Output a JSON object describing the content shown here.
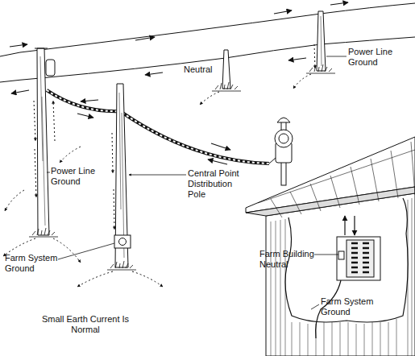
{
  "diagram": {
    "labels": [
      "Power Line Ground",
      "Neutral",
      "Power Line Ground",
      "Central Point Distribution Pole",
      "Farm System Ground",
      "Small Earth Current Is Normal",
      "Farm Building Neutral",
      "Farm System Ground"
    ]
  }
}
